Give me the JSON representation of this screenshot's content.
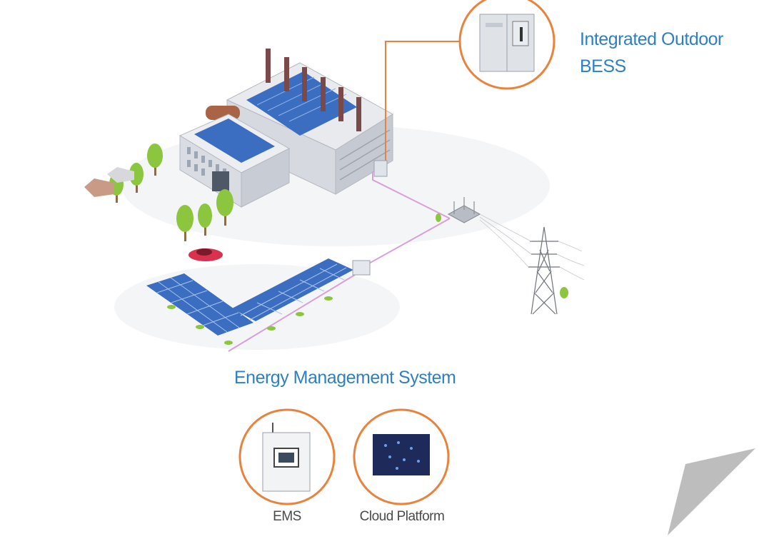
{
  "bess": {
    "line1": "Integrated Outdoor",
    "line2": "BESS"
  },
  "ems_system": {
    "title": "Energy Management System"
  },
  "components": {
    "ems": "EMS",
    "cloud": "Cloud Platform"
  },
  "colors": {
    "label_blue": "#2f7fc1",
    "caption_gray": "#4a4a4a",
    "ring_orange": "#e8823d",
    "connector_pink": "#d8a0d8",
    "panel_blue": "#3b6ec0",
    "tree_green": "#8cc63f",
    "car_red": "#d9324f"
  }
}
